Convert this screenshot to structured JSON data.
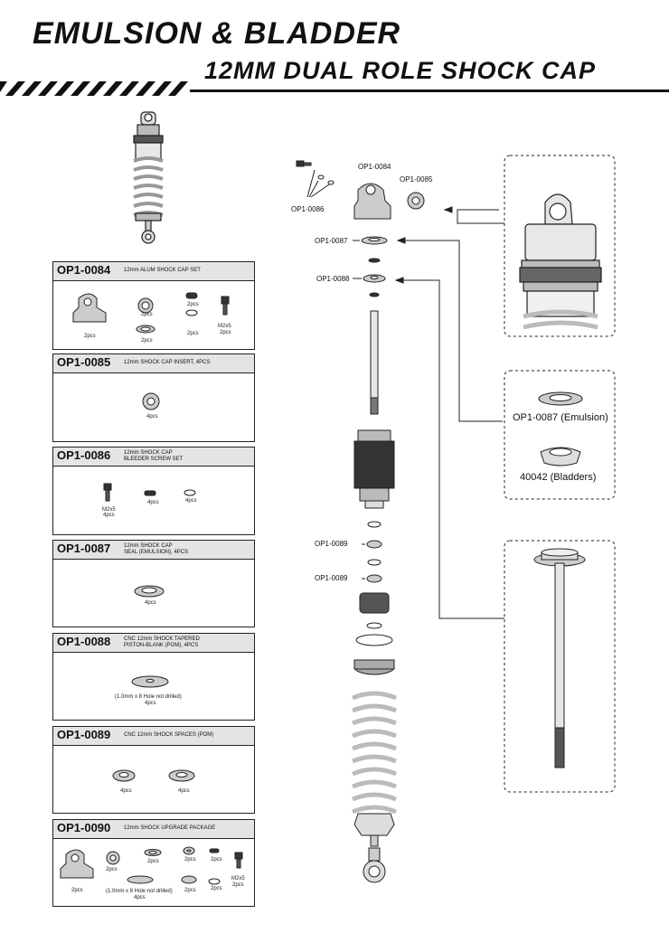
{
  "header": {
    "title": "EMULSION & BLADDER",
    "subtitle": "12MM DUAL ROLE SHOCK CAP"
  },
  "parts": [
    {
      "code": "OP1-0084",
      "desc": "12mm ALUM SHOCK CAP SET",
      "desc2": "",
      "qty": [
        "2pcs",
        "2pcs",
        "2pcs",
        "2pcs",
        "2pcs",
        "2pcs"
      ],
      "screw": "M2x5"
    },
    {
      "code": "OP1-0085",
      "desc": "12mm SHOCK CAP INSERT, 4PCS",
      "desc2": "",
      "qty": [
        "4pcs"
      ]
    },
    {
      "code": "OP1-0086",
      "desc": "12mm SHOCK CAP",
      "desc2": "BLEEDER SCREW SET",
      "qty": [
        "4pcs",
        "4pcs",
        "4pcs"
      ],
      "screw": "M2x5"
    },
    {
      "code": "OP1-0087",
      "desc": "12mm SHOCK CAP",
      "desc2": "SEAL (EMULSION), 4PCS",
      "qty": [
        "4pcs"
      ]
    },
    {
      "code": "OP1-0088",
      "desc": "CNC 12mm SHOCK TAPERED",
      "desc2": "PISTON-BLANK (POM), 4PCS",
      "qty": [
        "4pcs"
      ],
      "note": "(1.0mm x 8 Hole not drilled)"
    },
    {
      "code": "OP1-0089",
      "desc": "CNC 12mm SHOCK SPACES (POM)",
      "desc2": "",
      "qty": [
        "4pcs",
        "4pcs"
      ]
    },
    {
      "code": "OP1-0090",
      "desc": "12mm SHOCK UPGRADE PACKAGE",
      "desc2": "",
      "qty": [
        "2pcs",
        "2pcs",
        "2pcs",
        "2pcs",
        "2pcs",
        "2pcs",
        "2pcs",
        "2pcs",
        "4pcs"
      ],
      "screw": "M2x5",
      "note": "(1.0mm x 8 Hole not drilled)"
    }
  ],
  "diagram": {
    "labels": [
      "OP1-0084",
      "OP1-0085",
      "OP1-0086",
      "OP1-0087",
      "OP1-0088",
      "OP1-0089",
      "OP1-0089"
    ],
    "callouts": {
      "emulsion": "OP1-0087 (Emulsion)",
      "bladders": "40042 (Bladders)"
    }
  }
}
